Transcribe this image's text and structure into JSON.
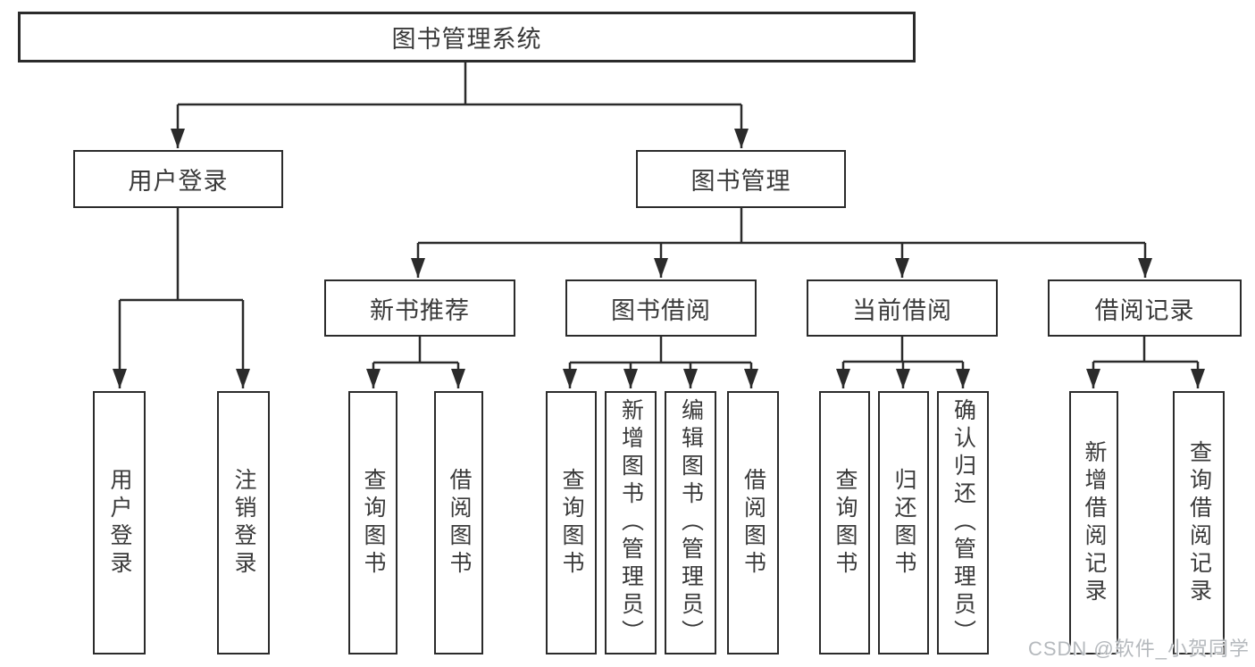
{
  "diagram": {
    "root": {
      "label": "图书管理系统"
    },
    "branches": [
      {
        "label": "用户登录",
        "children": [
          {
            "label": "用户登录"
          },
          {
            "label": "注销登录"
          }
        ]
      },
      {
        "label": "图书管理",
        "children": [
          {
            "label": "新书推荐",
            "children": [
              {
                "label": "查询图书"
              },
              {
                "label": "借阅图书"
              }
            ]
          },
          {
            "label": "图书借阅",
            "children": [
              {
                "label": "查询图书"
              },
              {
                "label": "新增图书（管理员）"
              },
              {
                "label": "编辑图书（管理员）"
              },
              {
                "label": "借阅图书"
              }
            ]
          },
          {
            "label": "当前借阅",
            "children": [
              {
                "label": "查询图书"
              },
              {
                "label": "归还图书"
              },
              {
                "label": "确认归还（管理员）"
              }
            ]
          },
          {
            "label": "借阅记录",
            "children": [
              {
                "label": "新增借阅记录"
              },
              {
                "label": "查询借阅记录"
              }
            ]
          }
        ]
      }
    ],
    "watermark": "CSDN @软件_小贺同学",
    "colors": {
      "line": "#2b2b2b",
      "text": "#3a3a3a",
      "background": "#ffffff",
      "watermark": "#b5b9bd"
    }
  }
}
